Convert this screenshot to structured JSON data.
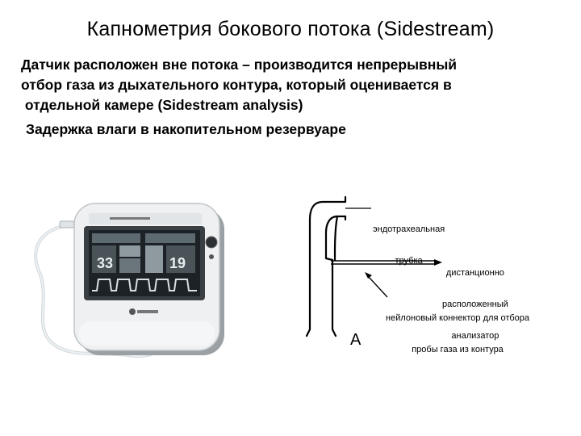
{
  "slide": {
    "title": "Капнометрия  бокового потока (Sidestream)",
    "paragraph_lines": [
      "Датчик расположен вне потока – производится непрерывный",
      "отбор газа из дыхательного контура, который оценивается в",
      " отдельной камере (Sidestream analysis)"
    ],
    "paragraph2": "Задержка влаги в накопительном резервуаре"
  },
  "device_screen": {
    "value_left": "33",
    "value_right": "19"
  },
  "diagram": {
    "label_tube_line1": "эндотрахеальная",
    "label_tube_line2": "трубка",
    "label_analyzer_line1": "дистанционно",
    "label_analyzer_line2": "расположенный",
    "label_analyzer_line3": "анализатор",
    "label_connector_line1": "нейлоновый коннектор для отбора",
    "label_connector_line2": "пробы газа из контура",
    "label_letter": "А"
  }
}
